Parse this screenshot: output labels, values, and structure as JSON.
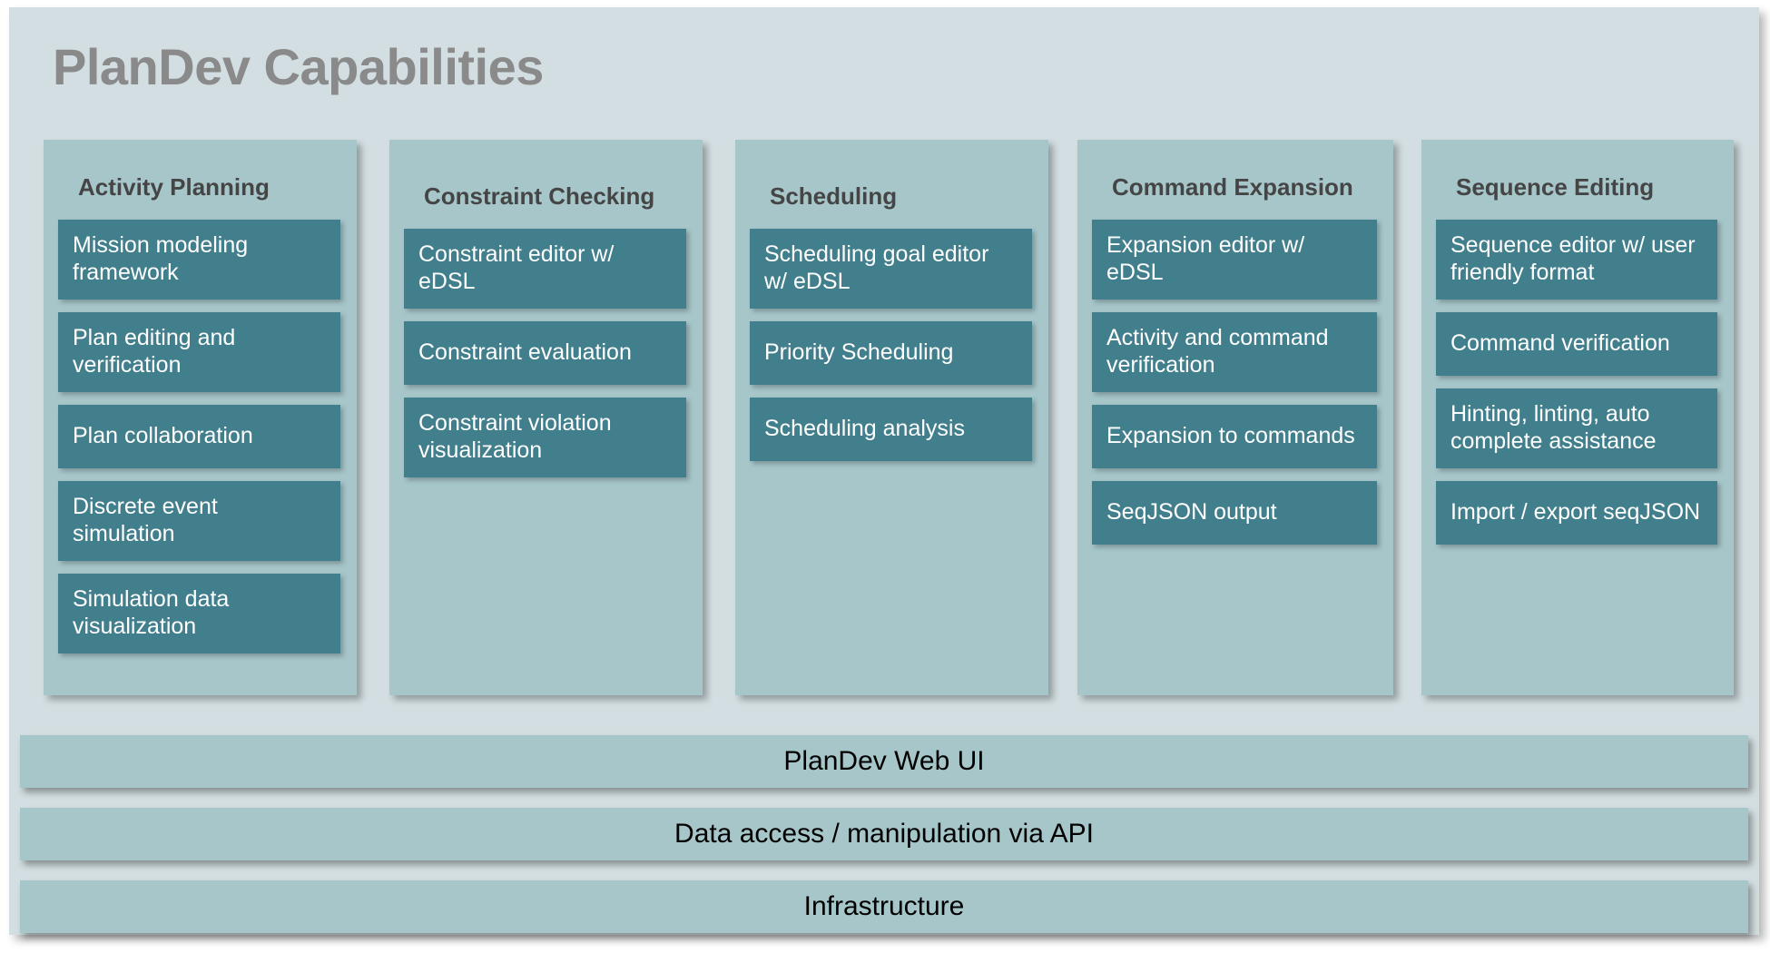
{
  "slide": {
    "title": "PlanDev Capabilities",
    "background_color": "#d2dee1",
    "title_color": "#8a8a8a",
    "column_color": "#a6c6ca",
    "item_color": "#427f8d",
    "item_text_color": "#ffffff",
    "bar_color": "#a6c6ca",
    "bar_text_color": "#000000"
  },
  "columns": [
    {
      "title": "Activity Planning",
      "items": [
        "Mission modeling framework",
        "Plan editing and verification",
        "Plan collaboration",
        "Discrete event simulation",
        "Simulation data visualization"
      ]
    },
    {
      "title": "Constraint Checking",
      "items": [
        "Constraint editor w/ eDSL",
        "Constraint evaluation",
        "Constraint violation visualization"
      ]
    },
    {
      "title": "Scheduling",
      "items": [
        "Scheduling goal editor w/ eDSL",
        "Priority Scheduling",
        "Scheduling analysis"
      ]
    },
    {
      "title": "Command Expansion",
      "items": [
        "Expansion editor w/ eDSL",
        "Activity and command verification",
        "Expansion to commands",
        "SeqJSON output"
      ]
    },
    {
      "title": "Sequence Editing",
      "items": [
        "Sequence editor w/ user friendly format",
        "Command verification",
        "Hinting, linting, auto complete assistance",
        "Import / export seqJSON"
      ]
    }
  ],
  "bars": [
    "PlanDev Web UI",
    "Data access / manipulation via API",
    "Infrastructure"
  ]
}
